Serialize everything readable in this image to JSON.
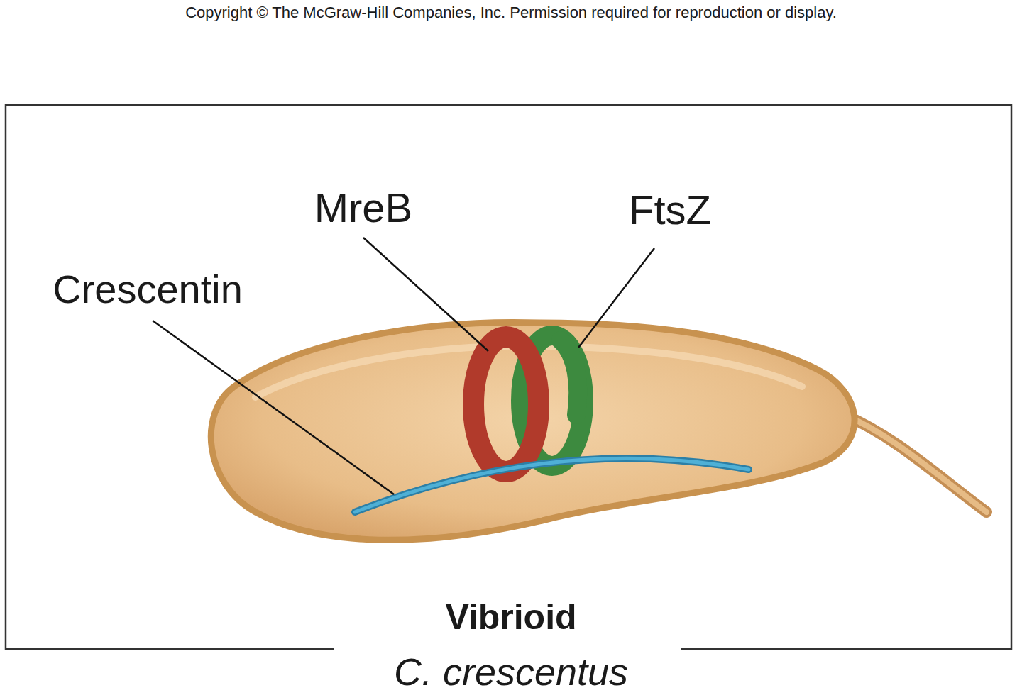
{
  "diagram": {
    "labels": [
      "Copyright © The McGraw-Hill Companies, Inc. Permission required for reproduction or display.",
      "MreB",
      "FtsZ",
      "Crescentin",
      "Vibrioid",
      "C. crescentus"
    ]
  }
}
